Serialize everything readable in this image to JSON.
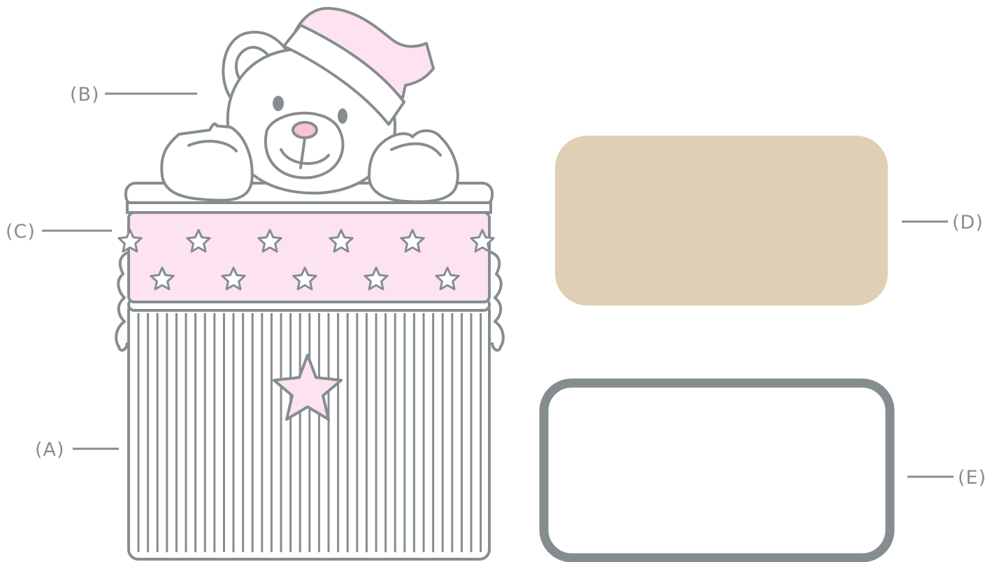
{
  "labels": {
    "a": "(A)",
    "b": "(B)",
    "c": "(C)",
    "d": "(D)",
    "e": "(E)"
  },
  "colors": {
    "outline": "#868d90",
    "pink": "#fde3ef",
    "tan": "#e0cfb4",
    "white": "#ffffff",
    "eye": "#868d90",
    "nose": "#f8c3d6"
  },
  "icons": {
    "bear": "teddy-bear-with-nightcap",
    "basket": "striped-storage-basket",
    "band": "star-patterned-band",
    "lid_material": "tan-rounded-panel",
    "lid_outline": "grey-outlined-rounded-frame"
  }
}
